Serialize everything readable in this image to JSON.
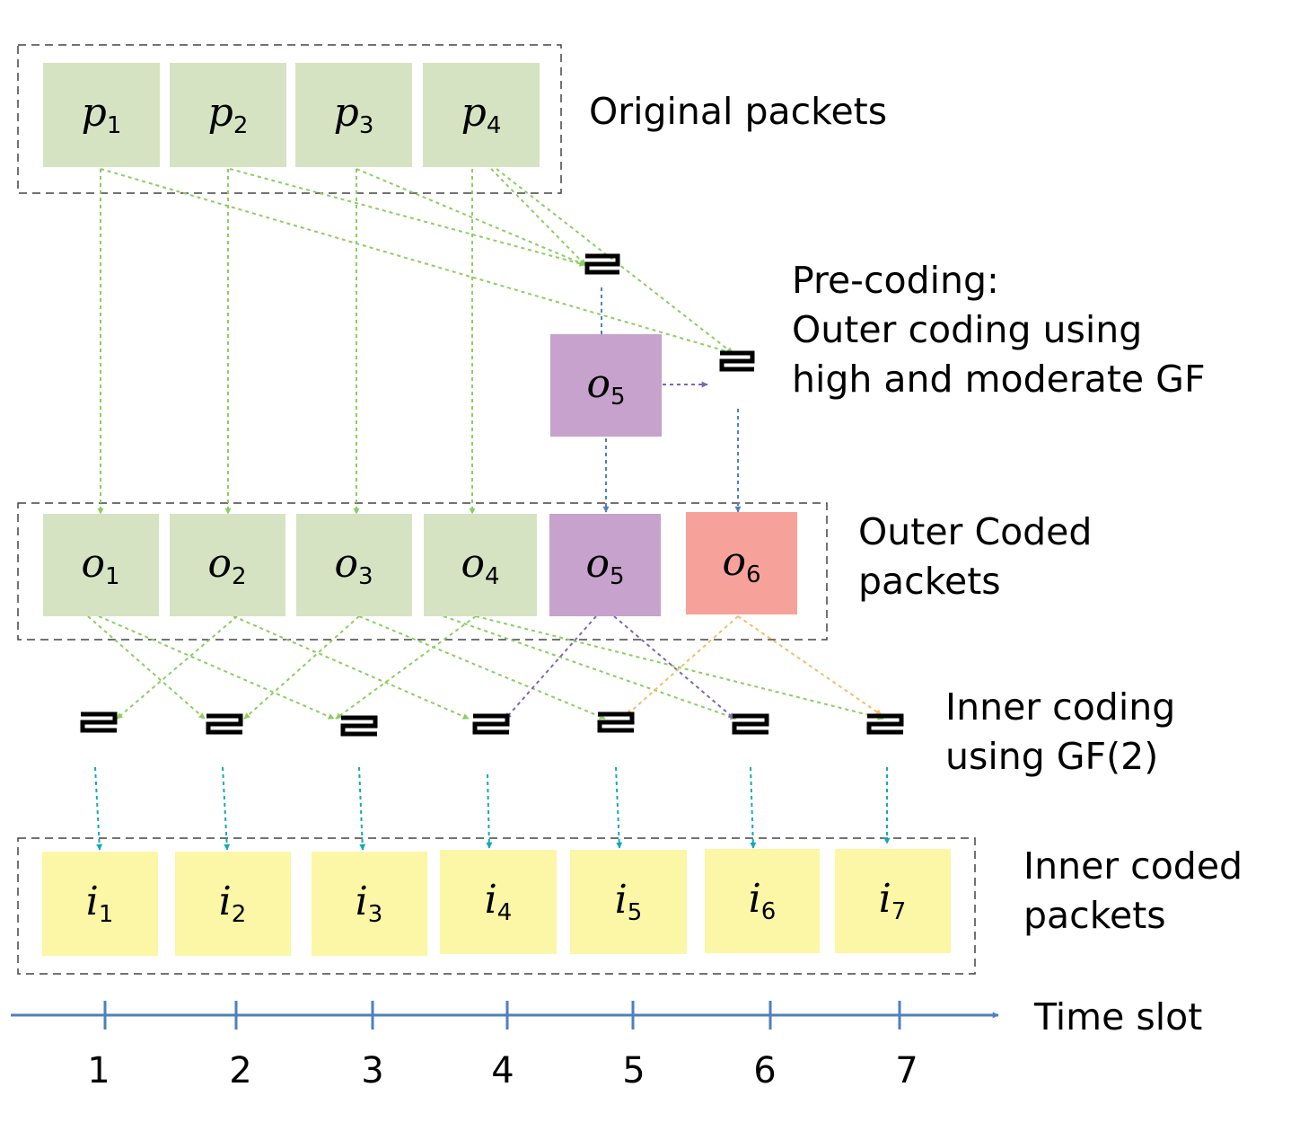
{
  "colors": {
    "green_fill": "#d6e3c2",
    "purple_fill": "#c6a2cc",
    "red_fill": "#f6a29a",
    "yellow_fill": "#fbf7a6",
    "green_arrow": "#8dcd60",
    "purple_arrow": "#7f66b3",
    "orange_arrow": "#f6bb6a",
    "blue_arrow": "#4f7fbf",
    "teal_arrow": "#10aab5",
    "axis": "#4f7fbf"
  },
  "labels": {
    "original": [
      "Original packets"
    ],
    "precoding": [
      "Pre-coding:",
      "Outer coding using",
      "high and moderate GF"
    ],
    "outer": [
      "Outer Coded",
      "packets"
    ],
    "inner_coding": [
      "Inner coding",
      "using GF(2)"
    ],
    "inner_packets": [
      "Inner coded",
      "packets"
    ],
    "time_slot": "Time slot"
  },
  "original_packets": [
    {
      "main": "p",
      "sub": "1"
    },
    {
      "main": "p",
      "sub": "2"
    },
    {
      "main": "p",
      "sub": "3"
    },
    {
      "main": "p",
      "sub": "4"
    }
  ],
  "precoded_packet": {
    "main": "o",
    "sub": "5"
  },
  "outer_packets": [
    {
      "main": "o",
      "sub": "1"
    },
    {
      "main": "o",
      "sub": "2"
    },
    {
      "main": "o",
      "sub": "3"
    },
    {
      "main": "o",
      "sub": "4"
    },
    {
      "main": "o",
      "sub": "5"
    },
    {
      "main": "o",
      "sub": "6"
    }
  ],
  "inner_packets": [
    {
      "main": "i",
      "sub": "1"
    },
    {
      "main": "i",
      "sub": "2"
    },
    {
      "main": "i",
      "sub": "3"
    },
    {
      "main": "i",
      "sub": "4"
    },
    {
      "main": "i",
      "sub": "5"
    },
    {
      "main": "i",
      "sub": "6"
    },
    {
      "main": "i",
      "sub": "7"
    }
  ],
  "time_slots": [
    "1",
    "2",
    "3",
    "4",
    "5",
    "6",
    "7"
  ]
}
